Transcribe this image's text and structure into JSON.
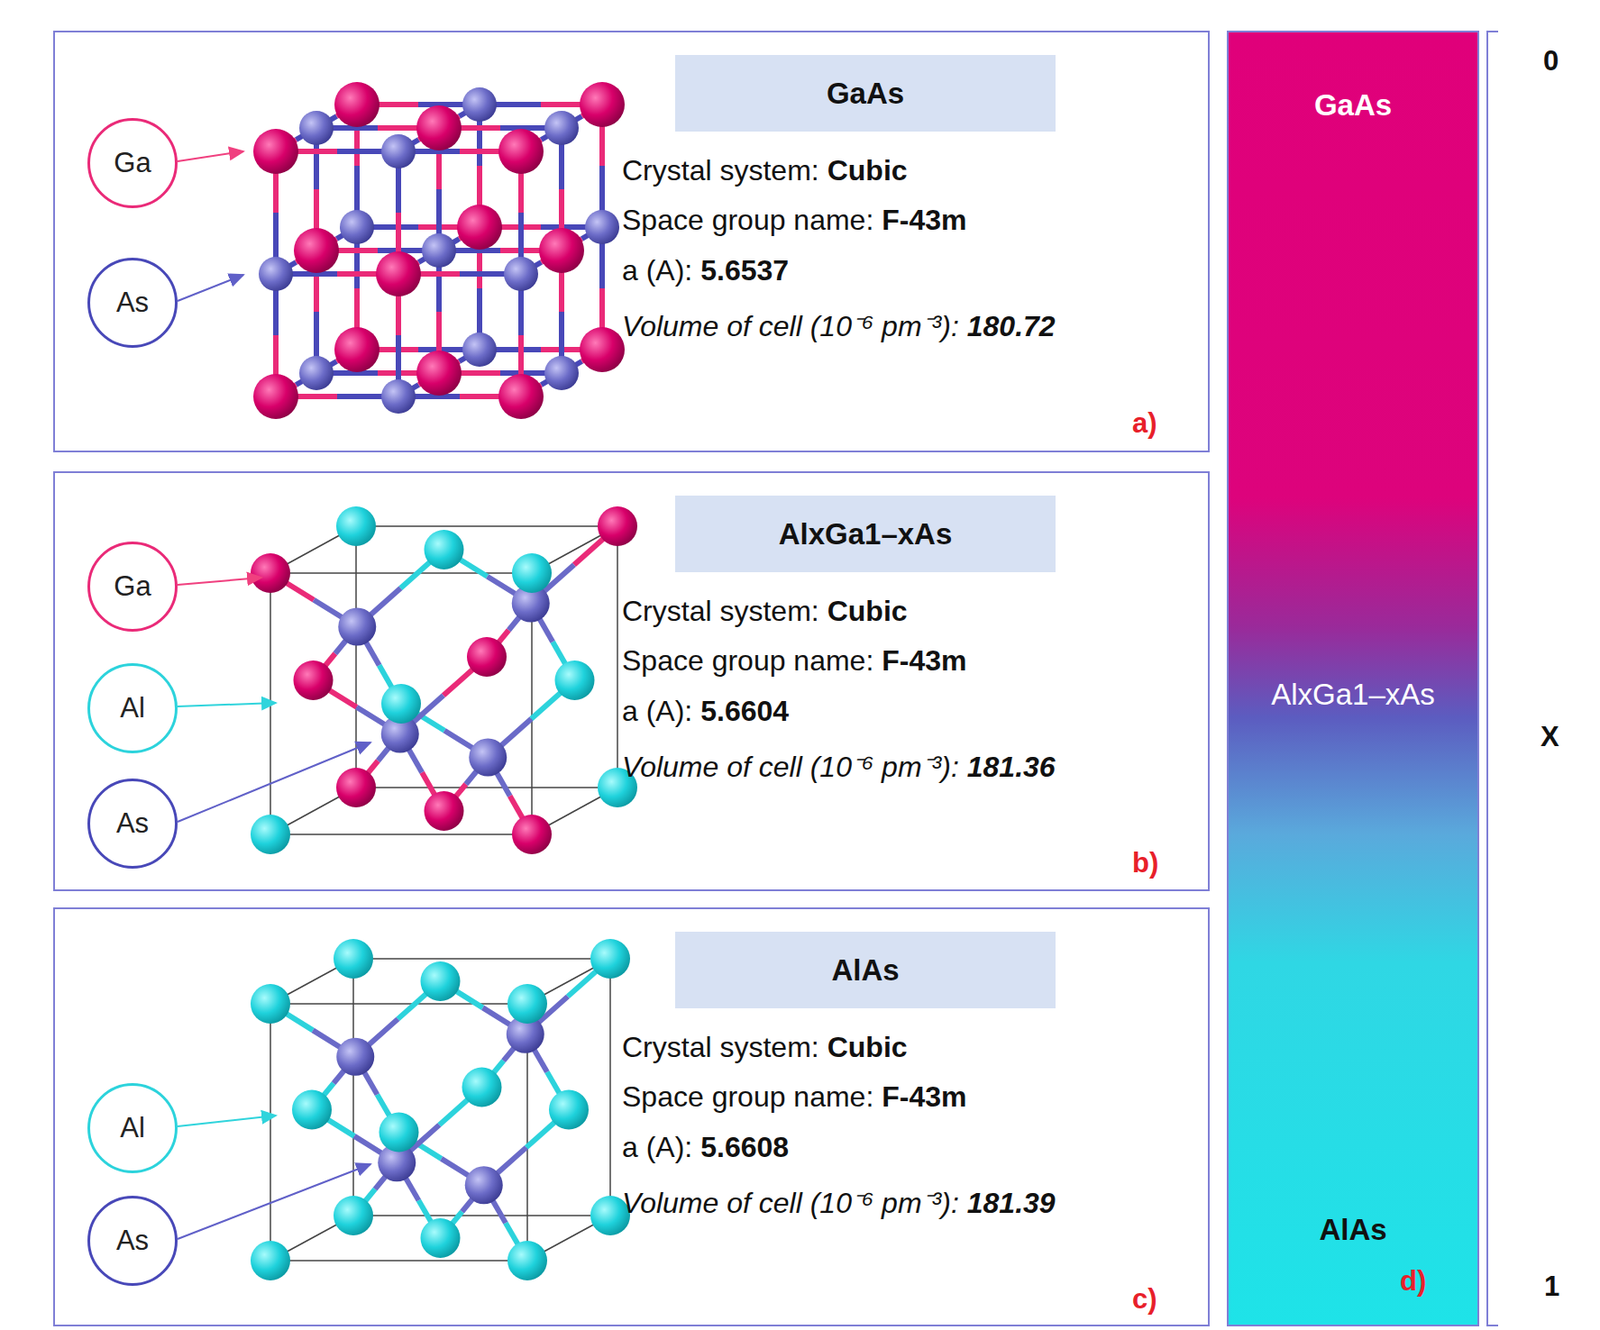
{
  "diagram": {
    "nodes": [
      {
        "text": [
          "Crystal system:",
          "Cubic",
          "Space group name:",
          "F-43m",
          "a (A):",
          "5.6537",
          "Volume of cell (10⁻⁶ pm⁻³):",
          "180.72",
          "a)"
        ]
      },
      {
        "text": [
          "GaAs"
        ],
        "in": 0
      },
      {
        "text": [
          "Ga"
        ],
        "in": 0
      },
      {
        "text": [
          "As"
        ],
        "in": 0
      },
      {
        "text": [
          "Crystal system:",
          "Cubic",
          "Space group name:",
          "F-43m",
          "a (A):",
          "5.6604",
          "Volume of cell (10⁻⁶ pm⁻³):",
          "181.36",
          "b)"
        ]
      },
      {
        "text": [
          "AlxGa1–xAs"
        ],
        "in": 4
      },
      {
        "text": [
          "Ga"
        ],
        "in": 4
      },
      {
        "text": [
          "Al"
        ],
        "in": 4
      },
      {
        "text": [
          "As"
        ],
        "in": 4
      },
      {
        "text": [
          "Crystal system:",
          "Cubic",
          "Space group name:",
          "F-43m",
          "a (A):",
          "5.6608",
          "Volume of cell (10⁻⁶ pm⁻³):",
          "181.39",
          "c)"
        ]
      },
      {
        "text": [
          "AlAs"
        ],
        "in": 9
      },
      {
        "text": [
          "Al"
        ],
        "in": 9
      },
      {
        "text": [
          "As"
        ],
        "in": 9
      },
      {
        "text": [
          "GaAs",
          "AlxGa1–xAs",
          "AlAs",
          "d)"
        ]
      }
    ],
    "labels": [
      "0",
      "X",
      "1"
    ]
  }
}
